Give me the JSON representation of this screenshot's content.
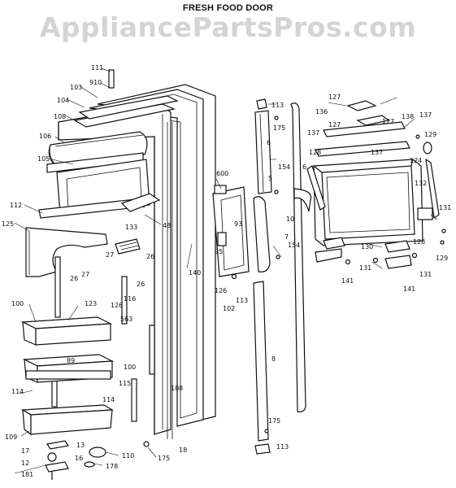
{
  "title": "FRESH FOOD DOOR",
  "watermark": "AppliancePartsPros.com",
  "part_labels": [
    {
      "id": "p111a",
      "text": "111"
    },
    {
      "id": "p910",
      "text": "910"
    },
    {
      "id": "p103",
      "text": "103"
    },
    {
      "id": "p104",
      "text": "104"
    },
    {
      "id": "p108",
      "text": "108"
    },
    {
      "id": "p106",
      "text": "106"
    },
    {
      "id": "p105",
      "text": "105"
    },
    {
      "id": "p112",
      "text": "112"
    },
    {
      "id": "p125",
      "text": "125"
    },
    {
      "id": "p48",
      "text": "48"
    },
    {
      "id": "p133",
      "text": "133"
    },
    {
      "id": "p27a",
      "text": "27"
    },
    {
      "id": "p27b",
      "text": "27"
    },
    {
      "id": "p26a",
      "text": "26"
    },
    {
      "id": "p26b",
      "text": "26"
    },
    {
      "id": "p26c",
      "text": "26"
    },
    {
      "id": "p126a",
      "text": "126"
    },
    {
      "id": "p116",
      "text": "116"
    },
    {
      "id": "p563",
      "text": "563"
    },
    {
      "id": "p100a",
      "text": "100"
    },
    {
      "id": "p123",
      "text": "123"
    },
    {
      "id": "p89",
      "text": "89"
    },
    {
      "id": "p100b",
      "text": "100"
    },
    {
      "id": "p115",
      "text": "115"
    },
    {
      "id": "p114a",
      "text": "114"
    },
    {
      "id": "p114b",
      "text": "114"
    },
    {
      "id": "p109",
      "text": "109"
    },
    {
      "id": "p13",
      "text": "13"
    },
    {
      "id": "p17",
      "text": "17"
    },
    {
      "id": "p16",
      "text": "16"
    },
    {
      "id": "p12",
      "text": "12"
    },
    {
      "id": "p181",
      "text": "181"
    },
    {
      "id": "p178",
      "text": "178"
    },
    {
      "id": "p110",
      "text": "110"
    },
    {
      "id": "p175a",
      "text": "175"
    },
    {
      "id": "p18",
      "text": "18"
    },
    {
      "id": "p108b",
      "text": "108"
    },
    {
      "id": "p140",
      "text": "140"
    },
    {
      "id": "p600",
      "text": "600"
    },
    {
      "id": "p93",
      "text": "93"
    },
    {
      "id": "p95",
      "text": "95"
    },
    {
      "id": "p126b",
      "text": "126"
    },
    {
      "id": "p102",
      "text": "102"
    },
    {
      "id": "p113a",
      "text": "113"
    },
    {
      "id": "p113b",
      "text": "113"
    },
    {
      "id": "p175b",
      "text": "175"
    },
    {
      "id": "p6a",
      "text": "6"
    },
    {
      "id": "p5",
      "text": "5"
    },
    {
      "id": "p154a",
      "text": "154"
    },
    {
      "id": "p10",
      "text": "10"
    },
    {
      "id": "p7",
      "text": "7"
    },
    {
      "id": "p154b",
      "text": "154"
    },
    {
      "id": "p6b",
      "text": "6"
    },
    {
      "id": "p8",
      "text": "8"
    },
    {
      "id": "p175c",
      "text": "175"
    },
    {
      "id": "p113c",
      "text": "113"
    },
    {
      "id": "p127a",
      "text": "127"
    },
    {
      "id": "p127b",
      "text": "127"
    },
    {
      "id": "p127c",
      "text": "127"
    },
    {
      "id": "p136",
      "text": "136"
    },
    {
      "id": "p138",
      "text": "138"
    },
    {
      "id": "p137a",
      "text": "137"
    },
    {
      "id": "p137b",
      "text": "137"
    },
    {
      "id": "p137c",
      "text": "137"
    },
    {
      "id": "p129a",
      "text": "129"
    },
    {
      "id": "p128a",
      "text": "128"
    },
    {
      "id": "p124",
      "text": "124"
    },
    {
      "id": "p132",
      "text": "132"
    },
    {
      "id": "p131a",
      "text": "131"
    },
    {
      "id": "p128b",
      "text": "128"
    },
    {
      "id": "p130",
      "text": "130"
    },
    {
      "id": "p129b",
      "text": "129"
    },
    {
      "id": "p131b",
      "text": "131"
    },
    {
      "id": "p131c",
      "text": "131"
    },
    {
      "id": "p141a",
      "text": "141"
    },
    {
      "id": "p141b",
      "text": "141"
    }
  ]
}
